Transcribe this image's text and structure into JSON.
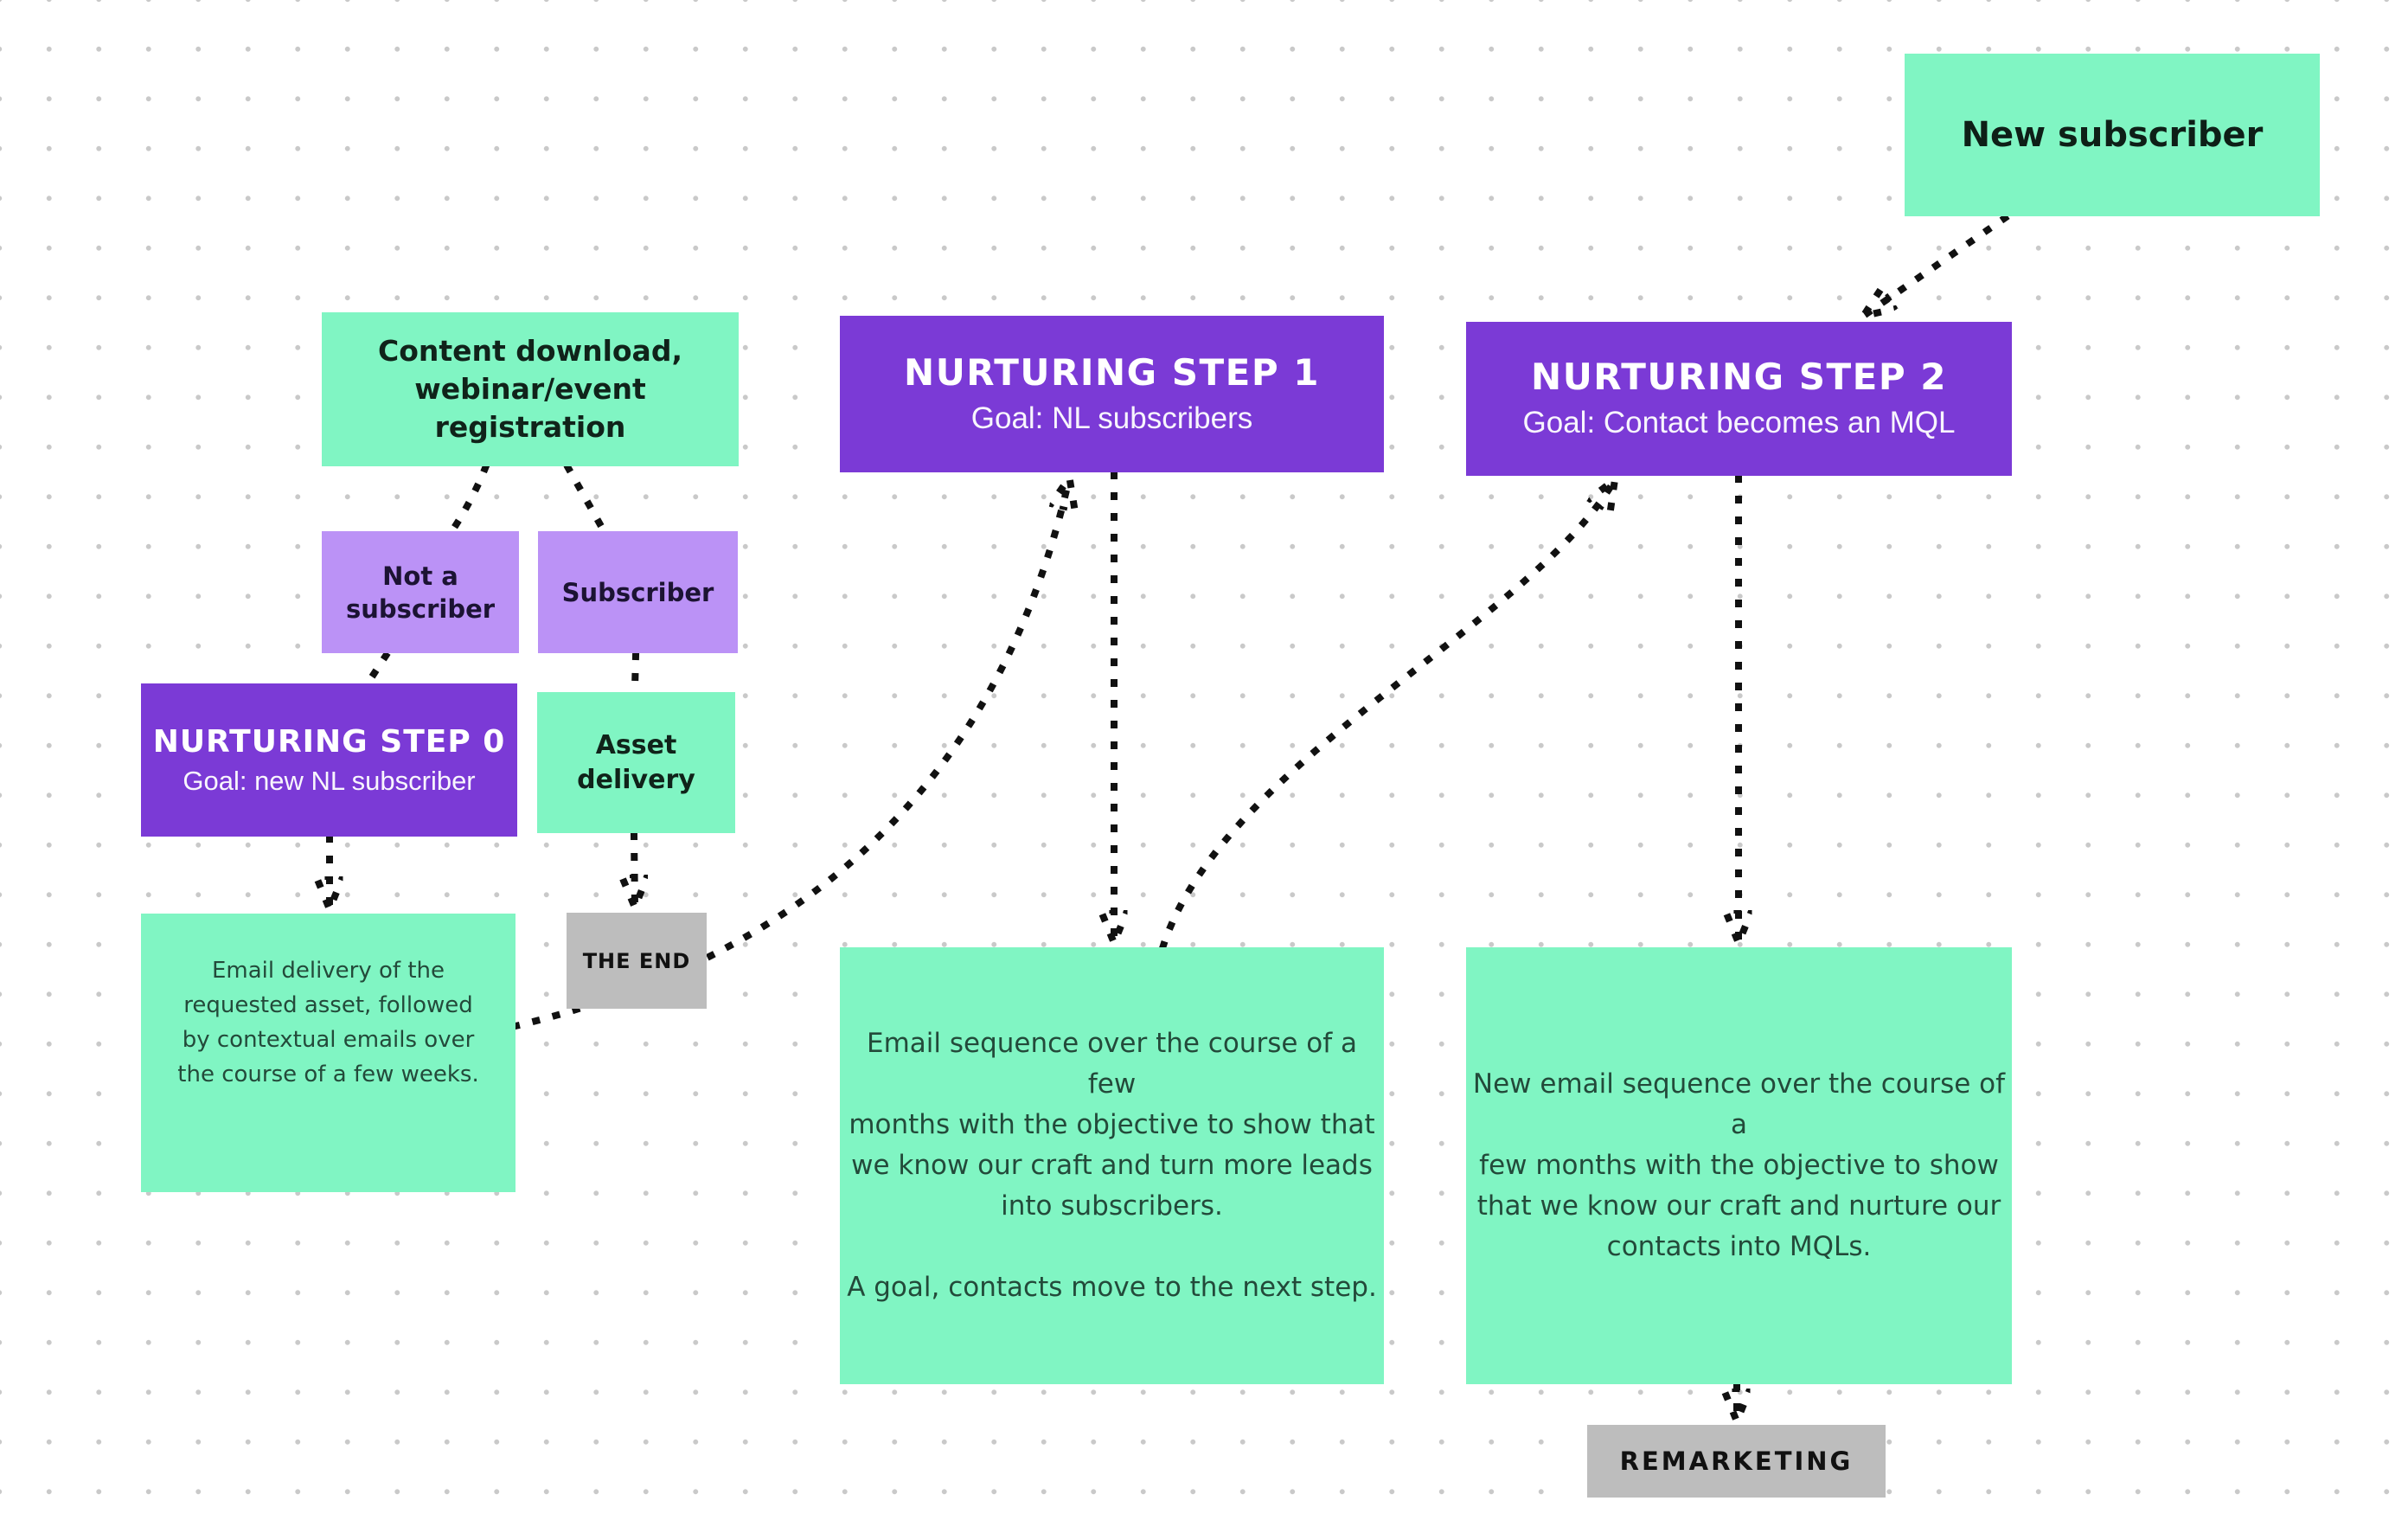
{
  "canvas": {
    "background": "#ffffff",
    "grid_dot_color": "#c9c9c9"
  },
  "colors": {
    "green": "#80f5c3",
    "lavender": "#bb92f6",
    "purple": "#7b3ad6",
    "gray": "#bdbdbd",
    "arrow": "#111111"
  },
  "nodes": {
    "new_subscriber": {
      "label": "New subscriber"
    },
    "entry_trigger": {
      "lines": [
        "Content download,",
        "webinar/event",
        "registration"
      ]
    },
    "not_a_subscriber": {
      "lines": [
        "Not a",
        "subscriber"
      ]
    },
    "subscriber": {
      "label": "Subscriber"
    },
    "nurturing_step_0": {
      "title": "NURTURING STEP 0",
      "subtitle": "Goal: new NL subscriber"
    },
    "asset_delivery": {
      "lines": [
        "Asset",
        "delivery"
      ]
    },
    "the_end": {
      "label": "THE END"
    },
    "step0_sequence": {
      "lines": [
        "Email delivery of the",
        "requested asset, followed",
        "by contextual emails over",
        "the course of a few weeks."
      ]
    },
    "nurturing_step_1": {
      "title": "NURTURING STEP 1",
      "subtitle": "Goal: NL subscribers"
    },
    "step1_sequence": {
      "para1": [
        "Email sequence over the course of a few",
        "months with the objective to show that",
        "we know our craft and turn more leads",
        "into subscribers."
      ],
      "para2": [
        "A goal, contacts move to the next step."
      ]
    },
    "nurturing_step_2": {
      "title": "NURTURING STEP 2",
      "subtitle": "Goal: Contact becomes an MQL"
    },
    "step2_sequence": {
      "lines": [
        "New email sequence over the course of a",
        "few months with the objective to show",
        "that we know our craft and nurture our",
        "contacts into MQLs."
      ]
    },
    "remarketing": {
      "label": "REMARKETING"
    }
  },
  "edges": [
    {
      "from": "new_subscriber",
      "to": "nurturing_step_2",
      "arrowhead": true
    },
    {
      "from": "entry_trigger",
      "to": "not_a_subscriber",
      "arrowhead": false
    },
    {
      "from": "entry_trigger",
      "to": "subscriber",
      "arrowhead": false
    },
    {
      "from": "not_a_subscriber",
      "to": "nurturing_step_0",
      "arrowhead": false
    },
    {
      "from": "subscriber",
      "to": "asset_delivery",
      "arrowhead": false
    },
    {
      "from": "asset_delivery",
      "to": "the_end",
      "arrowhead": true
    },
    {
      "from": "nurturing_step_0",
      "to": "step0_sequence",
      "arrowhead": true
    },
    {
      "from": "step0_sequence",
      "to": "nurturing_step_1",
      "arrowhead": true
    },
    {
      "from": "nurturing_step_1",
      "to": "step1_sequence",
      "arrowhead": true
    },
    {
      "from": "step1_sequence",
      "to": "nurturing_step_2",
      "arrowhead": true
    },
    {
      "from": "nurturing_step_2",
      "to": "step2_sequence",
      "arrowhead": true
    },
    {
      "from": "step2_sequence",
      "to": "remarketing",
      "arrowhead": true
    }
  ]
}
